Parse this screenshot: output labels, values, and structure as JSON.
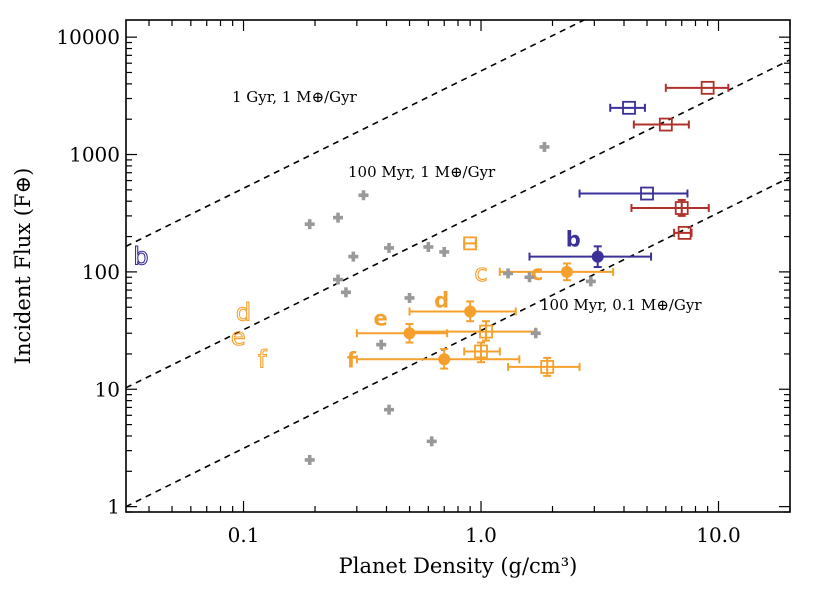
{
  "chart_data": {
    "type": "scatter",
    "title": "",
    "xlabel": "Planet Density (g/cm³)",
    "ylabel": "Incident Flux (F⊕)",
    "x_scale": "log",
    "y_scale": "log",
    "xlim": [
      0.032,
      20
    ],
    "ylim": [
      0.9,
      14000
    ],
    "x_ticks": [
      {
        "value": 0.1,
        "label": "0.1"
      },
      {
        "value": 1,
        "label": "1.0"
      },
      {
        "value": 10,
        "label": "10.0"
      }
    ],
    "y_ticks": [
      {
        "value": 1,
        "label": "1"
      },
      {
        "value": 10,
        "label": "10"
      },
      {
        "value": 100,
        "label": "100"
      },
      {
        "value": 1000,
        "label": "1000"
      },
      {
        "value": 10000,
        "label": "10000"
      }
    ],
    "colors": {
      "orange": "#f5a02c",
      "blue": "#3b3199",
      "red": "#b0312a",
      "gray": "#999999",
      "line": "#000000"
    },
    "reference_lines": [
      {
        "label": "1 Gyr, 1 M⊕/Gyr",
        "points": [
          [
            0.032,
            165
          ],
          [
            20,
            103000
          ]
        ]
      },
      {
        "label": "100 Myr, 1 M⊕/Gyr",
        "points": [
          [
            0.032,
            10.3
          ],
          [
            20,
            6400
          ]
        ]
      },
      {
        "label": "100 Myr, 0.1 M⊕/Gyr",
        "points": [
          [
            0.032,
            1.0
          ],
          [
            20,
            640
          ]
        ]
      }
    ],
    "series": [
      {
        "marker": "filled-circle",
        "color": "orange",
        "points": [
          {
            "x": 2.3,
            "y": 100,
            "xerr": [
              1.2,
              3.6
            ],
            "yerr": [
              85,
              118
            ],
            "label": "c"
          },
          {
            "x": 0.9,
            "y": 46,
            "xerr": [
              0.5,
              1.4
            ],
            "yerr": [
              38,
              56
            ],
            "label": "d"
          },
          {
            "x": 0.5,
            "y": 30,
            "xerr": [
              0.3,
              0.72
            ],
            "yerr": [
              25,
              36
            ],
            "label": "e"
          },
          {
            "x": 0.7,
            "y": 18,
            "xerr": [
              0.3,
              1.45
            ],
            "yerr": [
              15,
              22
            ],
            "label": "f"
          }
        ]
      },
      {
        "marker": "filled-circle",
        "color": "blue",
        "points": [
          {
            "x": 3.1,
            "y": 135,
            "xerr": [
              1.6,
              5.2
            ],
            "yerr": [
              110,
              165
            ],
            "label": "b"
          }
        ]
      },
      {
        "marker": "open-square",
        "color": "orange",
        "points": [
          {
            "x": 0.9,
            "y": 175,
            "xerr": [
              0.85,
              0.95
            ]
          },
          {
            "x": 1.05,
            "y": 31,
            "xerr": [
              0.5,
              1.7
            ],
            "yerr": [
              26,
              38
            ]
          },
          {
            "x": 1.0,
            "y": 21,
            "xerr": [
              0.85,
              1.2
            ],
            "yerr": [
              17,
              25
            ]
          },
          {
            "x": 1.9,
            "y": 15.5,
            "xerr": [
              1.3,
              2.6
            ],
            "yerr": [
              13,
              18.5
            ]
          }
        ]
      },
      {
        "marker": "open-square",
        "color": "blue",
        "points": [
          {
            "x": 4.2,
            "y": 2500,
            "xerr": [
              3.5,
              4.9
            ]
          },
          {
            "x": 5.0,
            "y": 465,
            "xerr": [
              2.6,
              7.4
            ]
          }
        ]
      },
      {
        "marker": "open-square",
        "color": "red",
        "points": [
          {
            "x": 9.0,
            "y": 3700,
            "xerr": [
              6.0,
              11.0
            ]
          },
          {
            "x": 6.0,
            "y": 1800,
            "xerr": [
              4.4,
              7.5
            ]
          },
          {
            "x": 7.0,
            "y": 350,
            "xerr": [
              4.3,
              9.1
            ],
            "yerr": [
              300,
              410
            ]
          },
          {
            "x": 7.2,
            "y": 215,
            "xerr": [
              6.5,
              7.7
            ]
          }
        ]
      },
      {
        "marker": "gray-plus",
        "color": "gray",
        "points": [
          {
            "x": 0.19,
            "y": 255
          },
          {
            "x": 0.25,
            "y": 290
          },
          {
            "x": 0.32,
            "y": 450
          },
          {
            "x": 0.29,
            "y": 135
          },
          {
            "x": 0.41,
            "y": 160
          },
          {
            "x": 0.6,
            "y": 163
          },
          {
            "x": 0.7,
            "y": 148
          },
          {
            "x": 0.25,
            "y": 86
          },
          {
            "x": 0.27,
            "y": 67
          },
          {
            "x": 0.5,
            "y": 60
          },
          {
            "x": 0.38,
            "y": 24
          },
          {
            "x": 0.41,
            "y": 6.7
          },
          {
            "x": 0.62,
            "y": 3.6
          },
          {
            "x": 0.19,
            "y": 2.5
          },
          {
            "x": 1.85,
            "y": 1160
          },
          {
            "x": 1.3,
            "y": 97
          },
          {
            "x": 1.6,
            "y": 90
          },
          {
            "x": 2.9,
            "y": 83
          },
          {
            "x": 1.7,
            "y": 30
          }
        ]
      },
      {
        "marker": "hollow-letter",
        "color": "blue",
        "points": [
          {
            "x": 0.037,
            "y": 135,
            "label": "b"
          }
        ]
      },
      {
        "marker": "hollow-letter",
        "color": "orange",
        "points": [
          {
            "x": 1.0,
            "y": 98,
            "label": "c"
          },
          {
            "x": 0.1,
            "y": 45,
            "label": "d"
          },
          {
            "x": 0.095,
            "y": 28,
            "label": "e"
          },
          {
            "x": 0.12,
            "y": 18,
            "label": "f"
          }
        ]
      }
    ]
  }
}
